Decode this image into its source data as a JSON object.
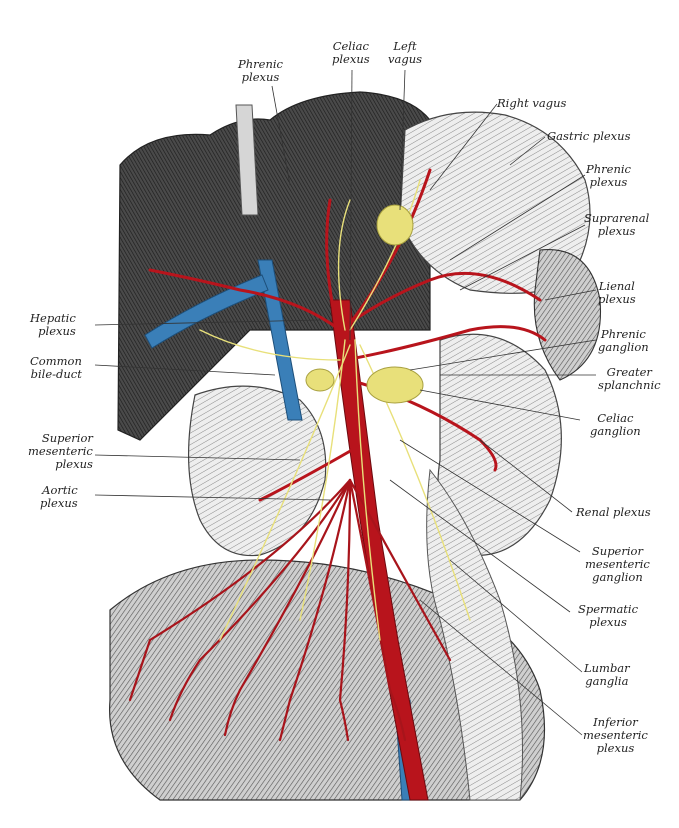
{
  "labels": {
    "phrenic_plexus_top": "Phrenic\nplexus",
    "celiac_plexus": "Celiac\nplexus",
    "left_vagus": "Left\nvagus",
    "right_vagus": "Right vagus",
    "gastric_plexus": "Gastric plexus",
    "phrenic_plexus_right": "Phrenic\nplexus",
    "suprarenal_plexus": "Suprarenal\nplexus",
    "lienal_plexus": "Lienal\nplexus",
    "phrenic_ganglion": "Phrenic\nganglion",
    "greater_splanchnic": "Greater\nsplanchnic",
    "celiac_ganglion": "Celiac\nganglion",
    "renal_plexus": "Renal plexus",
    "superior_mesenteric_ganglion": "Superior\nmesenteric\nganglion",
    "spermatic_plexus": "Spermatic\nplexus",
    "lumbar_ganglia": "Lumbar\nganglia",
    "inferior_mesenteric_plexus": "Inferior\nmesenteric\nplexus",
    "hepatic_plexus": "Hepatic\nplexus",
    "common_bile_duct": "Common\nbile-duct",
    "superior_mesenteric_plexus": "Superior\nmesenteric\nplexus",
    "aortic_plexus": "Aortic\nplexus"
  },
  "colors": {
    "nerve": "#e8e07a",
    "artery": "#b8141c",
    "vein": "#3a7fb8",
    "organ_dark": "#3c3c3c",
    "organ_mid": "#8a8a8a",
    "organ_light": "#d8d8d8"
  }
}
